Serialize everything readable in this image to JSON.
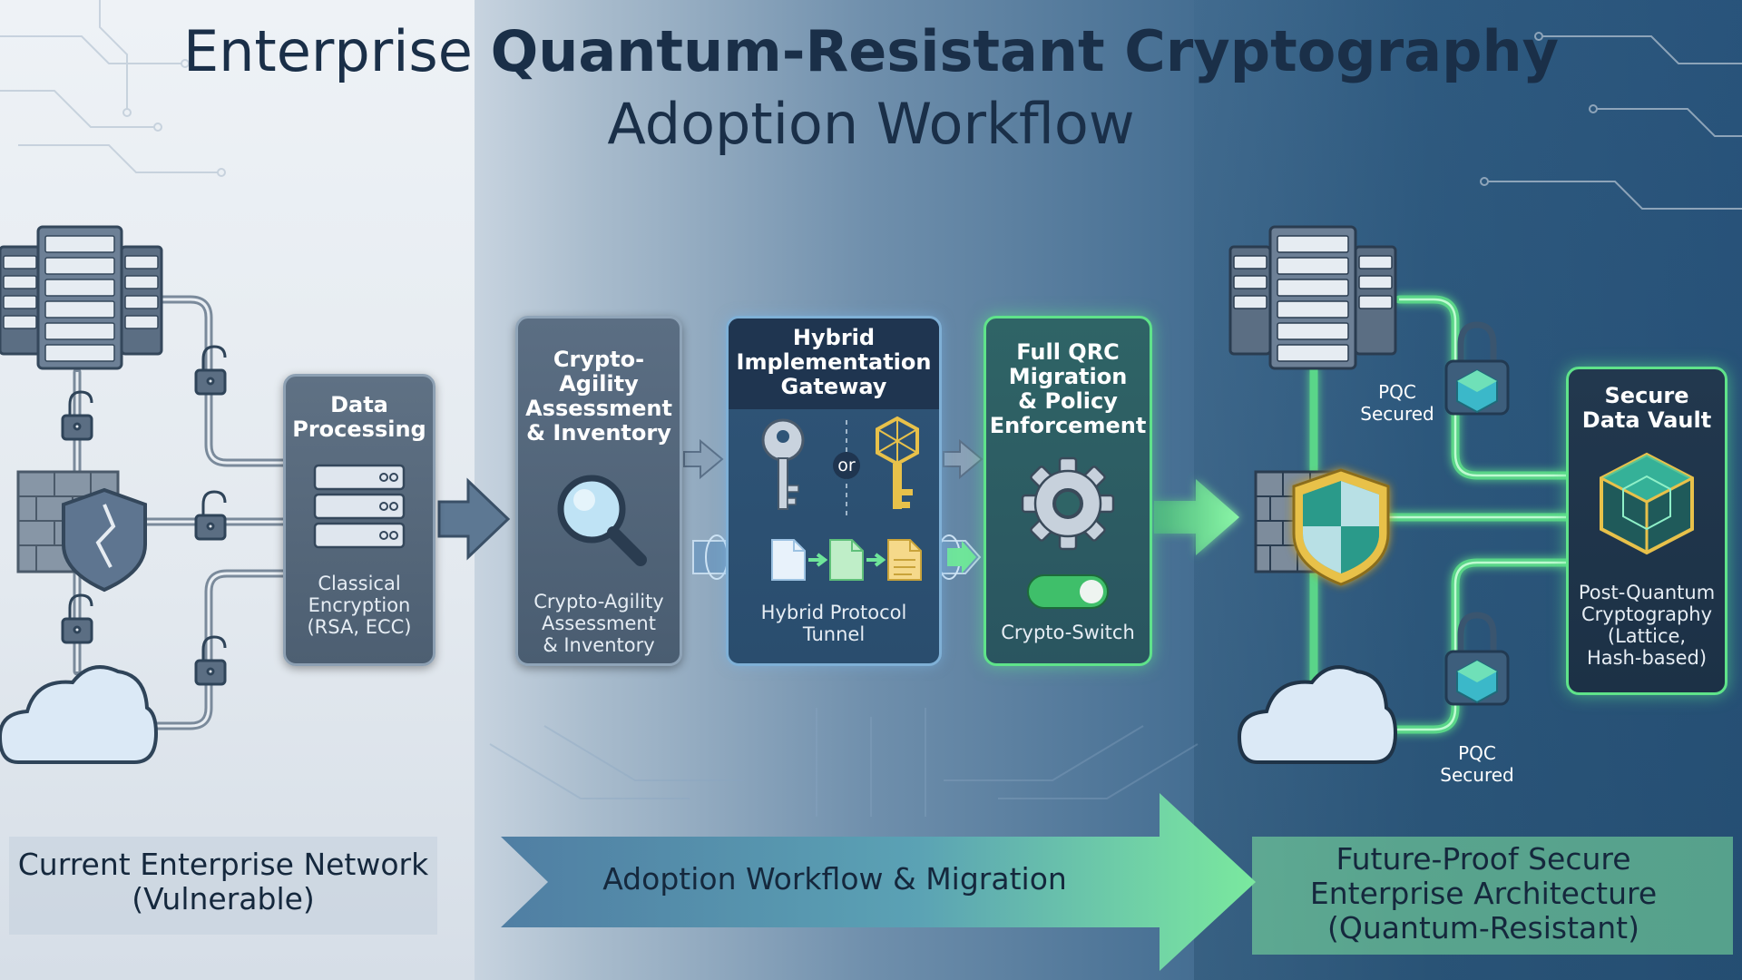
{
  "title": {
    "line1_plain": "Enterprise ",
    "line1_bold": "Quantum-Resistant Cryptography",
    "line2": "Adoption Workflow"
  },
  "stages": {
    "data_processing": {
      "title_line1": "Data",
      "title_line2": "Processing",
      "sub_line1": "Classical",
      "sub_line2": "Encryption",
      "sub_line3": "(RSA, ECC)"
    },
    "assessment": {
      "title_line1": "Crypto-Agility",
      "title_line2": "Assessment",
      "title_line3": "& Inventory",
      "sub_line1": "Crypto-Agility",
      "sub_line2": "Assessment",
      "sub_line3": "& Inventory"
    },
    "hybrid": {
      "title_line1": "Hybrid",
      "title_line2": "Implementation",
      "title_line3": "Gateway",
      "or_label": "or",
      "sub_line1": "Hybrid Protocol",
      "sub_line2": "Tunnel"
    },
    "migration": {
      "title_line1": "Full QRC",
      "title_line2": "Migration",
      "title_line3": "& Policy",
      "title_line4": "Enforcement",
      "sub_label": "Crypto-Switch"
    },
    "vault": {
      "title_line1": "Secure",
      "title_line2": "Data Vault",
      "sub_line1": "Post-Quantum",
      "sub_line2": "Cryptography",
      "sub_line3": "(Lattice,",
      "sub_line4": "Hash-based)"
    }
  },
  "pqc_labels": {
    "top_line1": "PQC",
    "top_line2": "Secured",
    "bottom_line1": "PQC",
    "bottom_line2": "Secured"
  },
  "banners": {
    "left_line1": "Current Enterprise Network",
    "left_line2": "(Vulnerable)",
    "middle": "Adoption Workflow & Migration",
    "right_line1": "Future-Proof Secure",
    "right_line2": "Enterprise Architecture",
    "right_line3": "(Quantum-Resistant)"
  },
  "colors": {
    "accent_green": "#5fe38a",
    "gold": "#e8c14a",
    "dark_navy": "#1a2f48"
  }
}
